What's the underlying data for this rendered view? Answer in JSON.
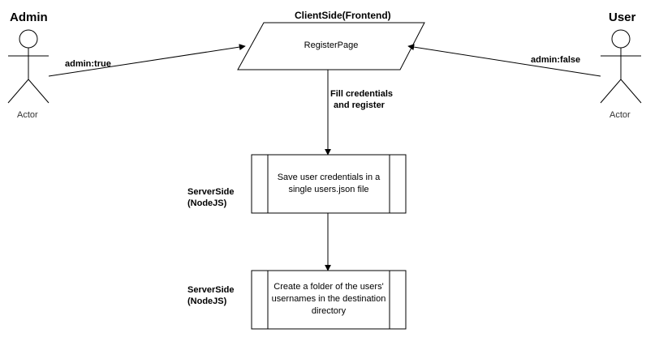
{
  "actors": {
    "admin": {
      "role": "Admin",
      "caption": "Actor"
    },
    "user": {
      "role": "User",
      "caption": "Actor"
    }
  },
  "client": {
    "title": "ClientSide(Frontend)",
    "page_label": "RegisterPage"
  },
  "edges": {
    "admin_label": "admin:true",
    "user_label": "admin:false",
    "fill_label_line1": "Fill credentials",
    "fill_label_line2": "and register"
  },
  "server": {
    "step1": {
      "side_line1": "ServerSide",
      "side_line2": "(NodeJS)",
      "text": "Save user credentials in a single users.json file"
    },
    "step2": {
      "side_line1": "ServerSide",
      "side_line2": "(NodeJS)",
      "text": "Create a folder of the users' usernames in the destination directory"
    }
  },
  "colors": {
    "stroke": "#000000",
    "fill": "#ffffff"
  }
}
